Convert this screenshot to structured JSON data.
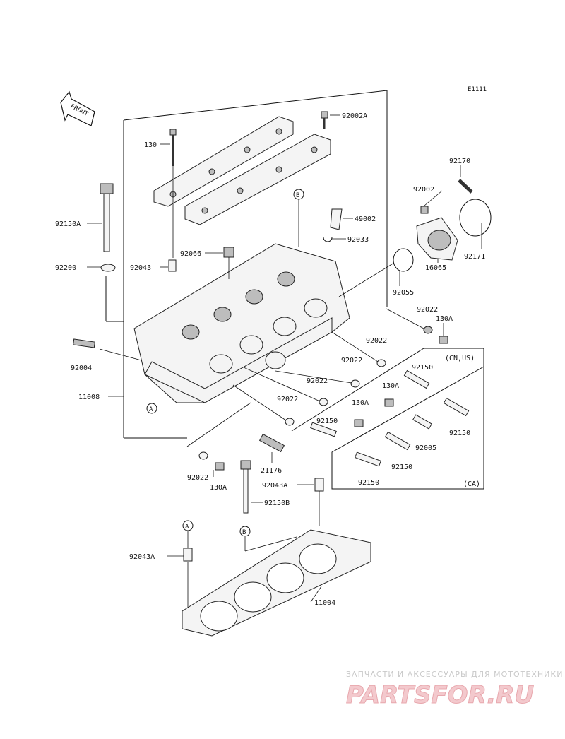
{
  "diagram_code": "E1111",
  "front_label": "FRONT",
  "refs": {
    "a": "A",
    "b": "B"
  },
  "labels": {
    "p130": "130",
    "p92002a": "92002A",
    "p92150a": "92150A",
    "p92200": "92200",
    "p92066": "92066",
    "p92043": "92043",
    "p49002": "49002",
    "p92033": "92033",
    "p92002": "92002",
    "p92170": "92170",
    "p92171": "92171",
    "p16065": "16065",
    "p92055": "92055",
    "p92004": "92004",
    "p11008": "11008",
    "p92022_1": "92022",
    "p130a_1": "130A",
    "p92022_2": "92022",
    "p92022_3": "92022",
    "p92022_4": "92022",
    "p92022_5": "92022",
    "p130a_2": "130A",
    "p21176": "21176",
    "p92043a_1": "92043A",
    "p92150b": "92150B",
    "p92043a_2": "92043A",
    "p11004": "11004",
    "region_cn_us": "(CN,US)",
    "region_ca": "(CA)",
    "p92150_1": "92150",
    "p130a_3": "130A",
    "p130a_4": "130A",
    "p92150_2": "92150",
    "p92150_3": "92150",
    "p92005": "92005",
    "p92150_4": "92150",
    "p92150_5": "92150"
  },
  "watermark": {
    "tagline": "ЗАПЧАСТИ И АКСЕССУАРЫ ДЛЯ МОТОТЕХНИКИ",
    "logo": "PARTSFOR.RU"
  }
}
